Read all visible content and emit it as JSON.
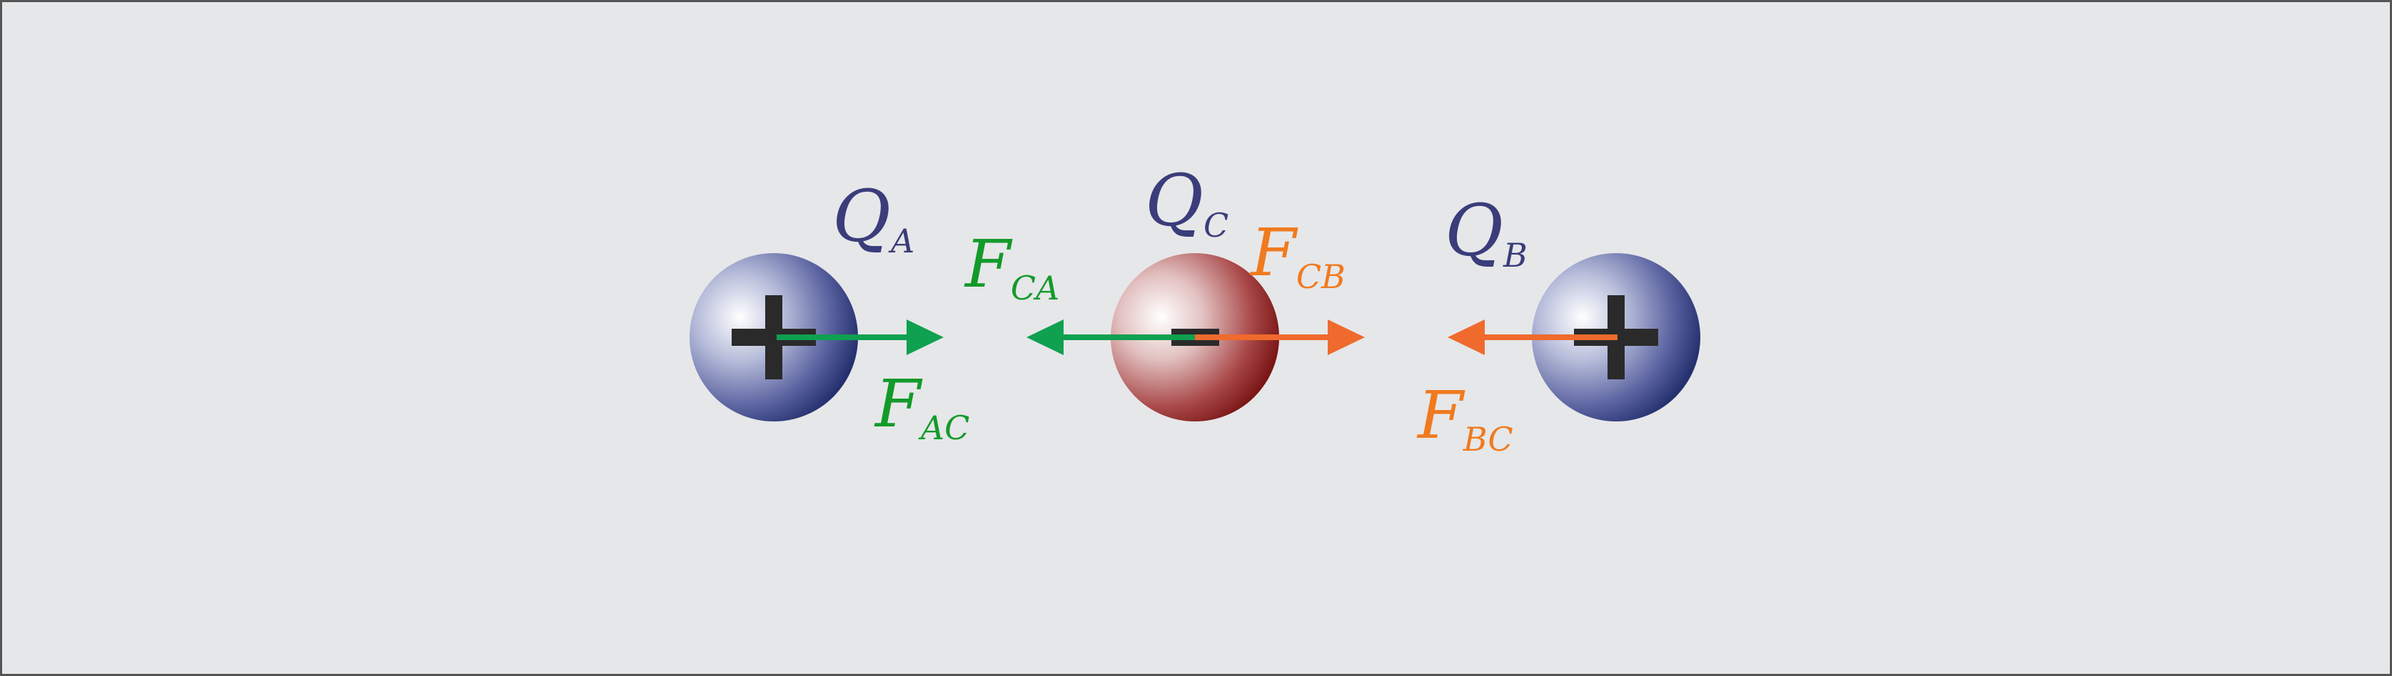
{
  "colors": {
    "background": "#e6e7e9",
    "border": "#555555",
    "positive_charge": "#2b347a",
    "negative_charge": "#8a1c1c",
    "sign": "#2a2a2a",
    "green_force": "#0fa050",
    "orange_force": "#ef6a2c",
    "charge_label": "#3a3d7a",
    "green_label": "#139a2a",
    "orange_label": "#f07a1e"
  },
  "charges": [
    {
      "id": "A",
      "sign": "+",
      "label_main": "Q",
      "label_sub": "A"
    },
    {
      "id": "C",
      "sign": "−",
      "label_main": "Q",
      "label_sub": "C"
    },
    {
      "id": "B",
      "sign": "+",
      "label_main": "Q",
      "label_sub": "B"
    }
  ],
  "forces": [
    {
      "id": "AC",
      "label_main": "F",
      "label_sub": "AC",
      "color": "green"
    },
    {
      "id": "CA",
      "label_main": "F",
      "label_sub": "CA",
      "color": "green"
    },
    {
      "id": "CB",
      "label_main": "F",
      "label_sub": "CB",
      "color": "orange"
    },
    {
      "id": "BC",
      "label_main": "F",
      "label_sub": "BC",
      "color": "orange"
    }
  ]
}
